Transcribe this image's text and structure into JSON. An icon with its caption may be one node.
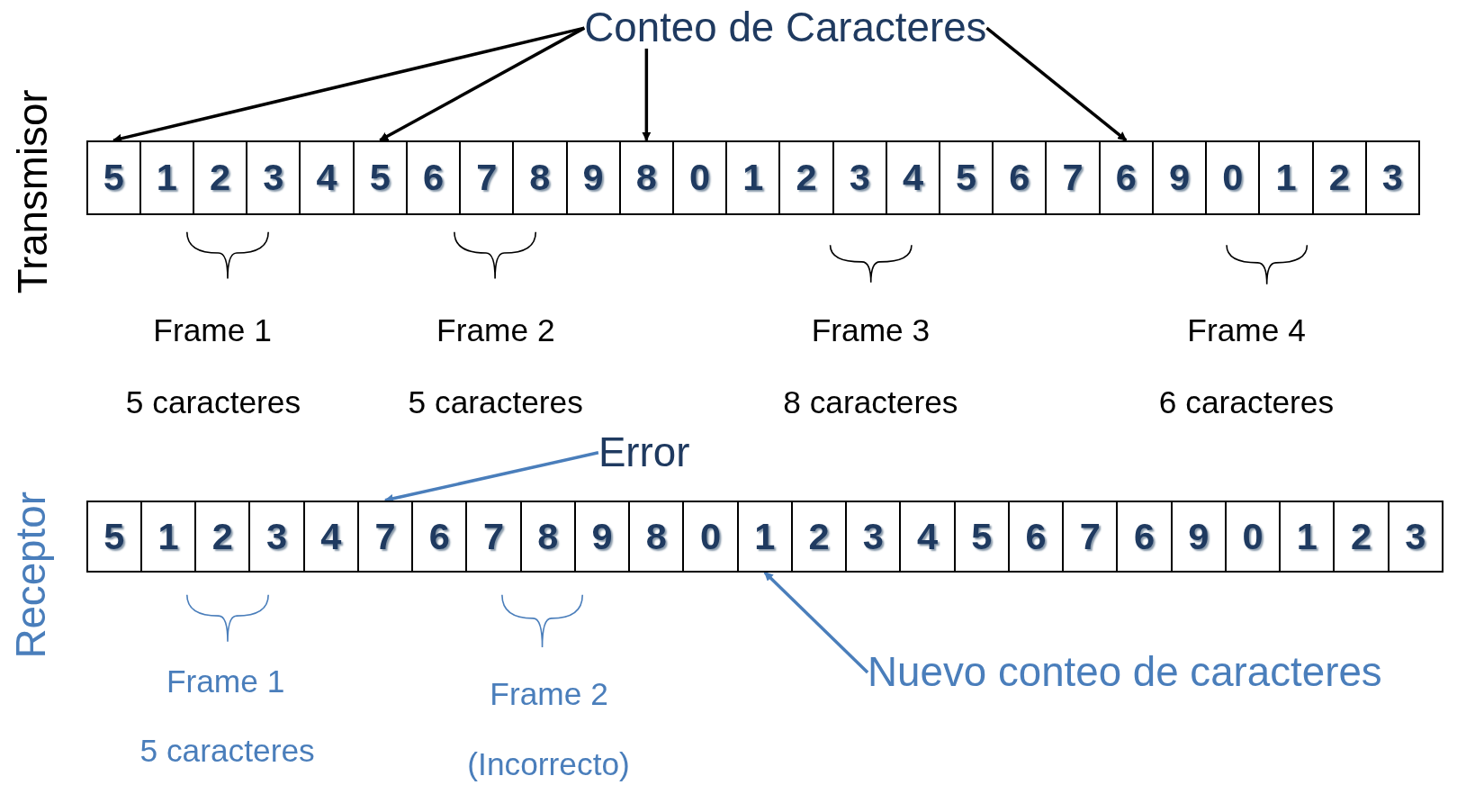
{
  "diagram": {
    "nodes": [
      {
        "text": [
          "Conteo de Caracteres"
        ]
      },
      {
        "text": [
          "5"
        ]
      },
      {
        "text": [
          "1"
        ]
      },
      {
        "text": [
          "2"
        ]
      },
      {
        "text": [
          "3"
        ]
      },
      {
        "text": [
          "4"
        ]
      },
      {
        "text": [
          "5"
        ]
      },
      {
        "text": [
          "6"
        ]
      },
      {
        "text": [
          "7"
        ]
      },
      {
        "text": [
          "8"
        ]
      },
      {
        "text": [
          "9"
        ]
      },
      {
        "text": [
          "8"
        ]
      },
      {
        "text": [
          "0"
        ]
      },
      {
        "text": [
          "1"
        ]
      },
      {
        "text": [
          "2"
        ]
      },
      {
        "text": [
          "3"
        ]
      },
      {
        "text": [
          "4"
        ]
      },
      {
        "text": [
          "5"
        ]
      },
      {
        "text": [
          "6"
        ]
      },
      {
        "text": [
          "7"
        ]
      },
      {
        "text": [
          "6"
        ]
      },
      {
        "text": [
          "9"
        ]
      },
      {
        "text": [
          "0"
        ]
      },
      {
        "text": [
          "1"
        ]
      },
      {
        "text": [
          "2"
        ]
      },
      {
        "text": [
          "3"
        ]
      },
      {
        "text": [
          "Error"
        ]
      },
      {
        "text": [
          "5"
        ]
      },
      {
        "text": [
          "1"
        ]
      },
      {
        "text": [
          "2"
        ]
      },
      {
        "text": [
          "3"
        ]
      },
      {
        "text": [
          "4"
        ]
      },
      {
        "text": [
          "7"
        ]
      },
      {
        "text": [
          "6"
        ]
      },
      {
        "text": [
          "7"
        ]
      },
      {
        "text": [
          "8"
        ]
      },
      {
        "text": [
          "9"
        ]
      },
      {
        "text": [
          "8"
        ]
      },
      {
        "text": [
          "0"
        ]
      },
      {
        "text": [
          "1"
        ]
      },
      {
        "text": [
          "2"
        ]
      },
      {
        "text": [
          "3"
        ]
      },
      {
        "text": [
          "4"
        ]
      },
      {
        "text": [
          "5"
        ]
      },
      {
        "text": [
          "6"
        ]
      },
      {
        "text": [
          "7"
        ]
      },
      {
        "text": [
          "6"
        ]
      },
      {
        "text": [
          "9"
        ]
      },
      {
        "text": [
          "0"
        ]
      },
      {
        "text": [
          "1"
        ]
      },
      {
        "text": [
          "2"
        ]
      },
      {
        "text": [
          "3"
        ]
      },
      {
        "text": [
          "Nuevo conteo de caracteres"
        ]
      }
    ],
    "edges": [
      {
        "from": 0,
        "to": 1,
        "arrow": "to"
      },
      {
        "from": 0,
        "to": 6,
        "arrow": "to"
      },
      {
        "from": 0,
        "to": 11,
        "arrow": "to"
      },
      {
        "from": 0,
        "to": 20,
        "arrow": "to"
      },
      {
        "from": 26,
        "to": 32,
        "arrow": "to",
        "color": "#4a7ebb"
      },
      {
        "from": 52,
        "to": 39,
        "arrow": "to",
        "color": "#4a7ebb"
      }
    ],
    "labels": [
      "Transmisor",
      "Frame 1",
      "Frame 2",
      "Frame 3",
      "Frame 4",
      "5 caracteres",
      "5 caracteres",
      "8 caracteres",
      "6 caracteres",
      "Receptor",
      "Frame 1",
      "5 caracteres",
      "Frame 2",
      "(Incorrecto)"
    ]
  }
}
